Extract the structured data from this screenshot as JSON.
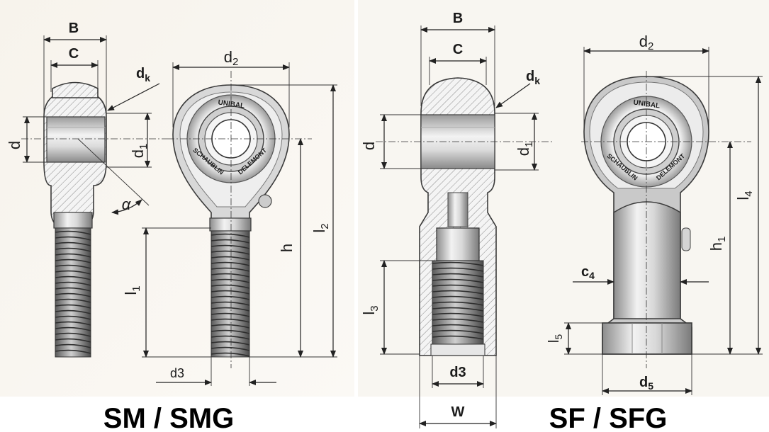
{
  "left_drawing": {
    "title": "SM / SMG",
    "labels": {
      "B": "B",
      "C": "C",
      "dk_main": "d",
      "dk_sub": "k",
      "d": "d",
      "d1_main": "d",
      "d1_sub": "1",
      "alpha": "α",
      "d2_main": "d",
      "d2_sub": "2",
      "h": "h",
      "l1_main": "l",
      "l1_sub": "1",
      "l2_main": "l",
      "l2_sub": "2",
      "d3": "d3"
    },
    "markings": [
      "UNIBAL",
      "SCHAUBLIN",
      "DELEMONT"
    ]
  },
  "right_drawing": {
    "title": "SF / SFG",
    "labels": {
      "B": "B",
      "C": "C",
      "dk_main": "d",
      "dk_sub": "k",
      "d": "d",
      "d1_main": "d",
      "d1_sub": "1",
      "l3_main": "l",
      "l3_sub": "3",
      "d3": "d3",
      "W": "W",
      "d2_main": "d",
      "d2_sub": "2",
      "c4_main": "c",
      "c4_sub": "4",
      "l5_main": "l",
      "l5_sub": "5",
      "d5_main": "d",
      "d5_sub": "5",
      "h1_main": "h",
      "h1_sub": "1",
      "l4_main": "l",
      "l4_sub": "4"
    },
    "markings": [
      "UNIBAL",
      "SCHAUBLIN",
      "DELEMONT"
    ]
  }
}
